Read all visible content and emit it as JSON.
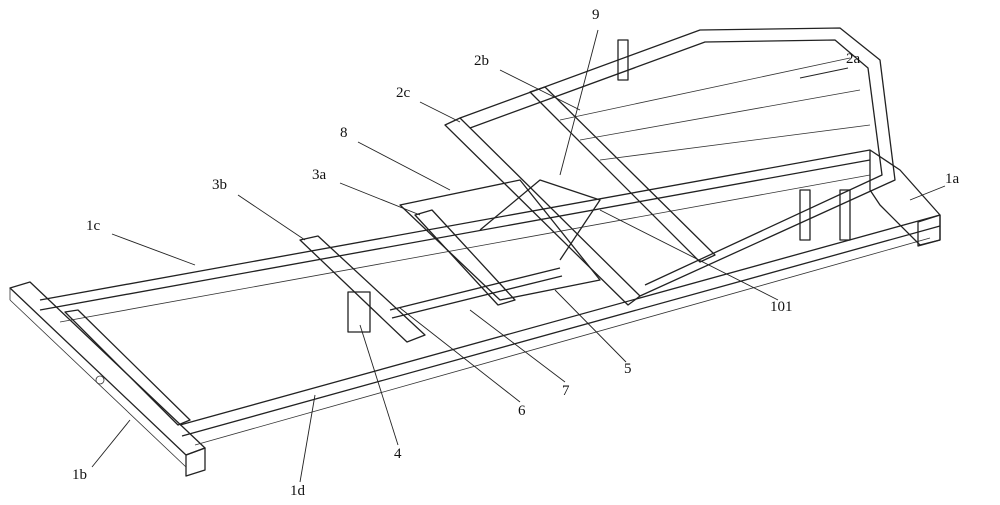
{
  "figure": {
    "labels": [
      {
        "id": "9",
        "text": "9"
      },
      {
        "id": "2b",
        "text": "2b"
      },
      {
        "id": "2a",
        "text": "2a"
      },
      {
        "id": "2c",
        "text": "2c"
      },
      {
        "id": "8",
        "text": "8"
      },
      {
        "id": "3a",
        "text": "3a"
      },
      {
        "id": "3b",
        "text": "3b"
      },
      {
        "id": "1c",
        "text": "1c"
      },
      {
        "id": "1a",
        "text": "1a"
      },
      {
        "id": "101",
        "text": "101"
      },
      {
        "id": "5",
        "text": "5"
      },
      {
        "id": "7",
        "text": "7"
      },
      {
        "id": "6",
        "text": "6"
      },
      {
        "id": "4",
        "text": "4"
      },
      {
        "id": "1b",
        "text": "1b"
      },
      {
        "id": "1d",
        "text": "1d"
      }
    ]
  }
}
